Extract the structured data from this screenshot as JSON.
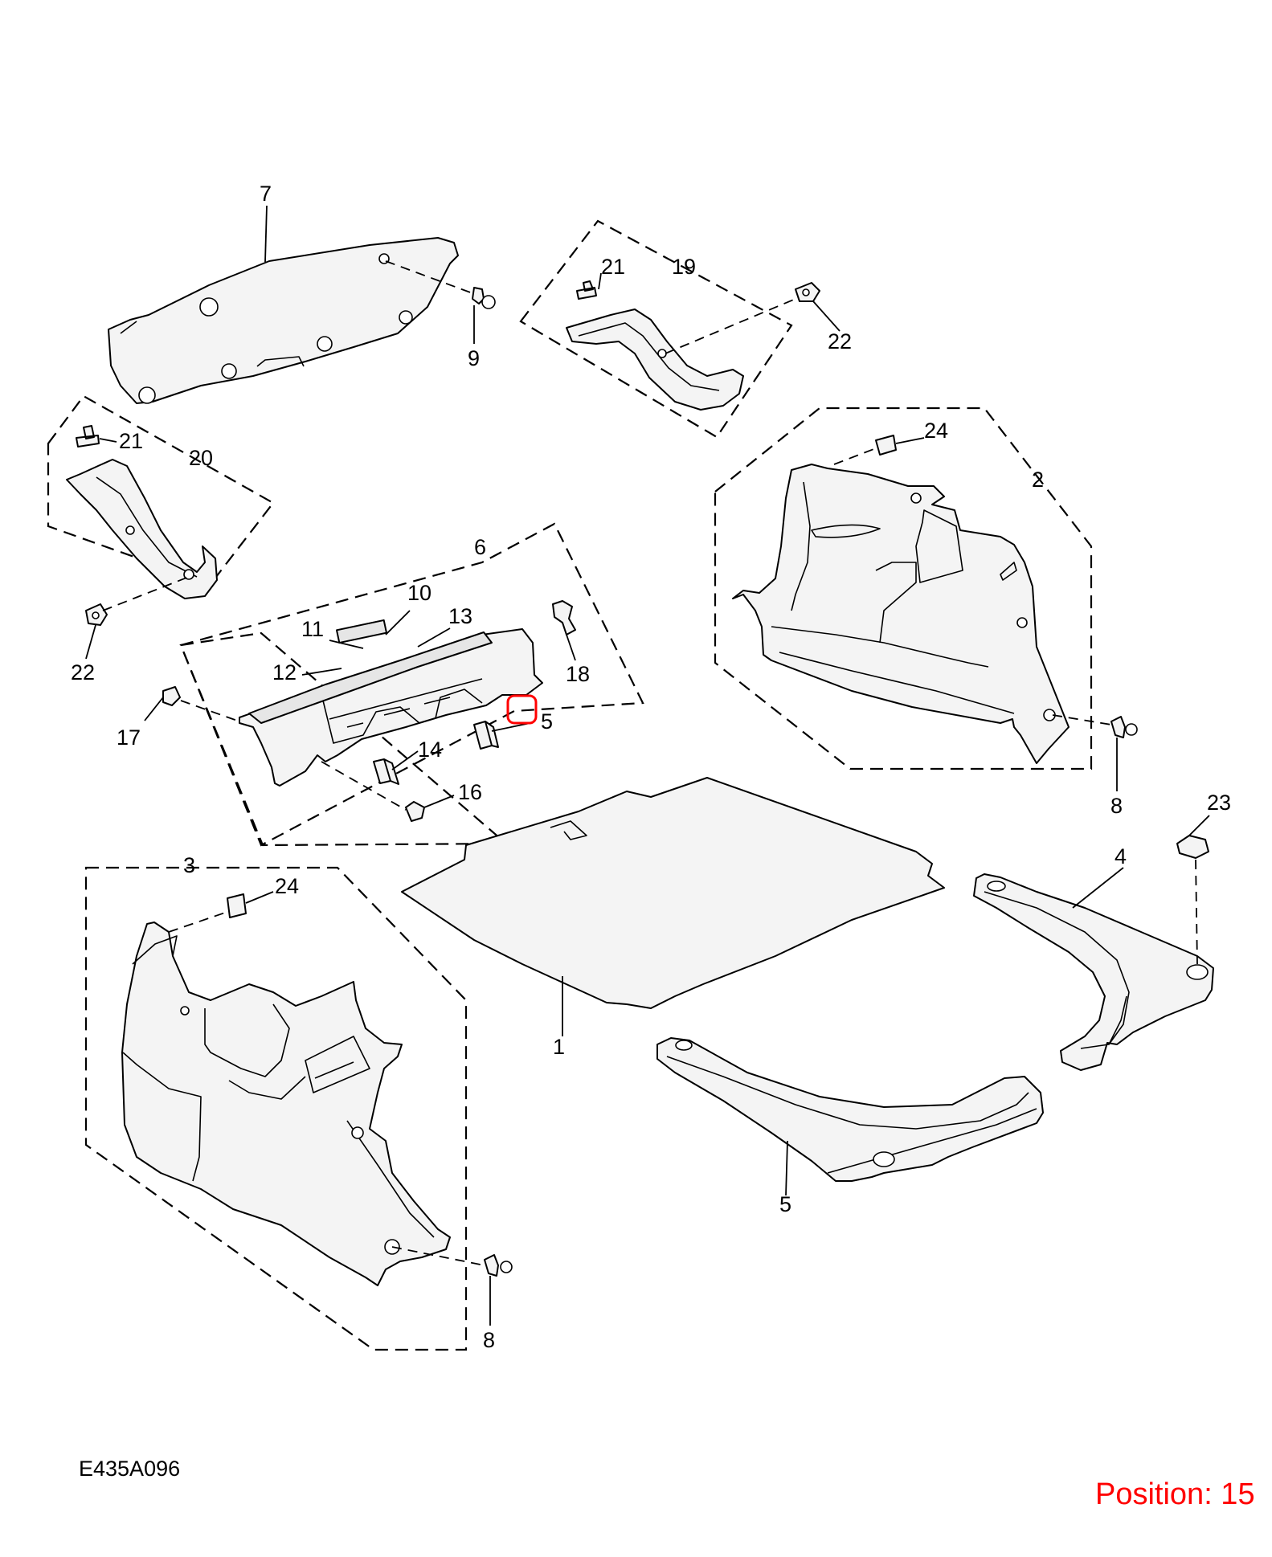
{
  "diagram": {
    "code": "E435A096",
    "position_label": "Position: 15",
    "highlight_color": "#ff0000",
    "callouts": {
      "c1": "1",
      "c2": "2",
      "c3": "3",
      "c4": "4",
      "c5a": "5",
      "c5b": "5",
      "c6": "6",
      "c7": "7",
      "c8a": "8",
      "c8b": "8",
      "c9": "9",
      "c10": "10",
      "c11": "11",
      "c12": "12",
      "c13": "13",
      "c14": "14",
      "c16": "16",
      "c17": "17",
      "c18": "18",
      "c19": "19",
      "c20": "20",
      "c21a": "21",
      "c21b": "21",
      "c22a": "22",
      "c22b": "22",
      "c23": "23",
      "c24a": "24",
      "c24b": "24"
    }
  }
}
